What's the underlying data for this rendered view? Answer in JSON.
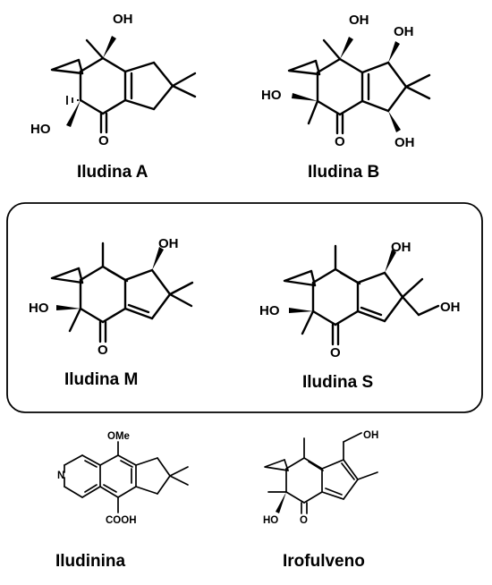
{
  "compounds": [
    {
      "name": "Iludina A",
      "atoms": {
        "oh1": "OH",
        "oh2": "HO",
        "o": "O"
      }
    },
    {
      "name": "Iludina B",
      "atoms": {
        "oh1": "OH",
        "oh2": "OH",
        "oh3": "HO",
        "oh4": "OH",
        "o": "O"
      }
    },
    {
      "name": "Iludina M",
      "atoms": {
        "oh1": "OH",
        "oh2": "HO",
        "o": "O"
      }
    },
    {
      "name": "Iludina S",
      "atoms": {
        "oh1": "OH",
        "oh2": "OH",
        "oh3": "HO",
        "o": "O"
      }
    },
    {
      "name": "Iludinina",
      "atoms": {
        "ome": "OMe",
        "n": "N",
        "cooh": "COOH"
      }
    },
    {
      "name": "Irofulveno",
      "atoms": {
        "oh1": "OH",
        "oh2": "HO",
        "o": "O"
      }
    }
  ],
  "colors": {
    "ink": "#000000",
    "background": "#ffffff",
    "frame": "#000000"
  }
}
